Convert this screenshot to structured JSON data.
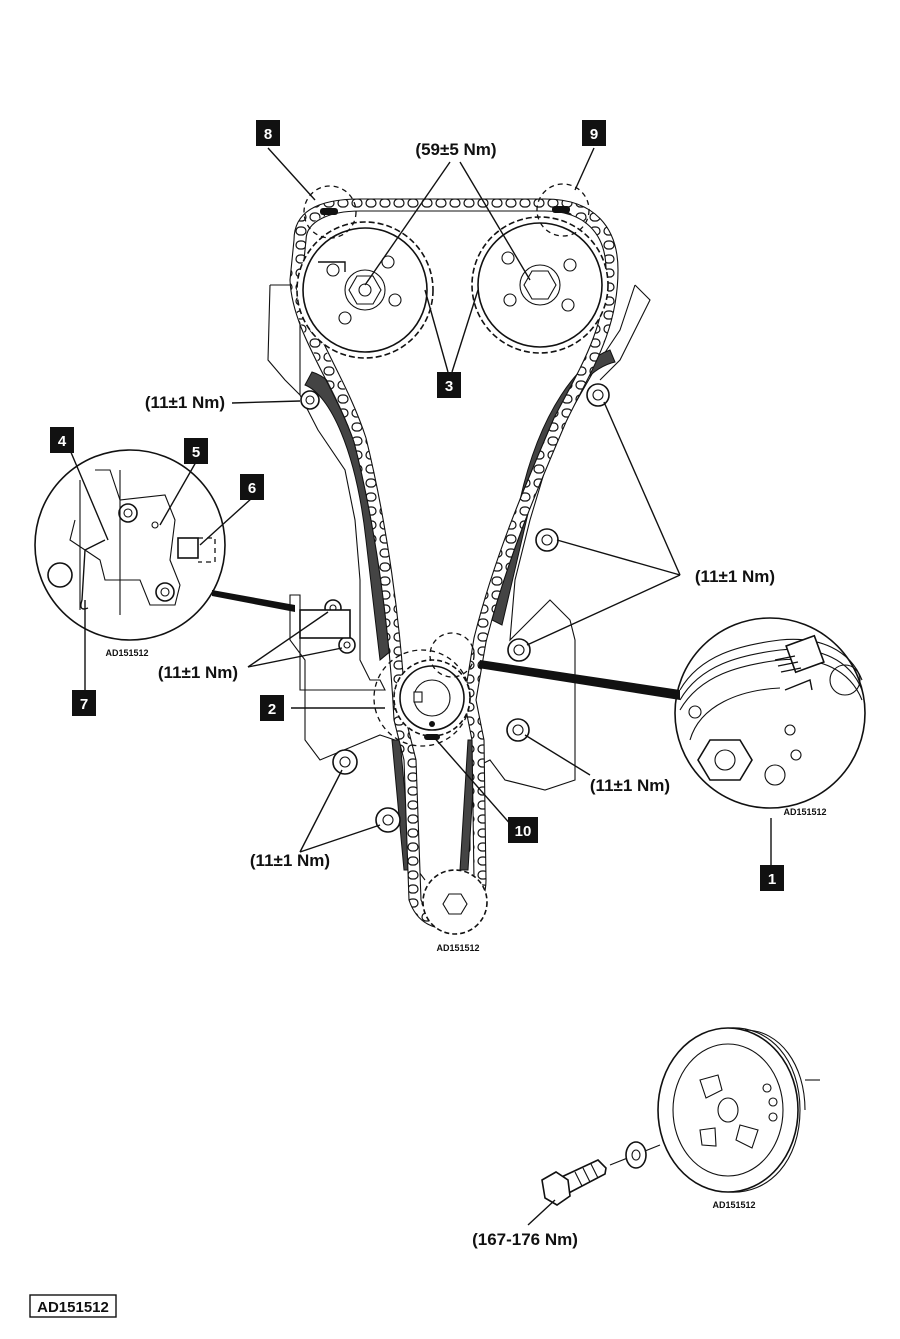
{
  "diagram": {
    "callouts": {
      "c1": "1",
      "c2": "2",
      "c3": "3",
      "c4": "4",
      "c5": "5",
      "c6": "6",
      "c7": "7",
      "c8": "8",
      "c9": "9",
      "c10": "10"
    },
    "torque_labels": {
      "camshaft_bolts": "(59±5 Nm)",
      "upper_guide_bolt": "(11±1 Nm)",
      "right_guide_bolts": "(11±1 Nm)",
      "tensioner_bolts": "(11±1 Nm)",
      "lower_right_bolt": "(11±1 Nm)",
      "lower_left_bolts": "(11±1 Nm)",
      "pulley_bolt": "(167-176 Nm)"
    },
    "reference_codes": {
      "detail_left": "AD151512",
      "detail_right": "AD151512",
      "main_assembly": "AD151512",
      "pulley": "AD151512",
      "figure_id": "AD151512"
    }
  }
}
